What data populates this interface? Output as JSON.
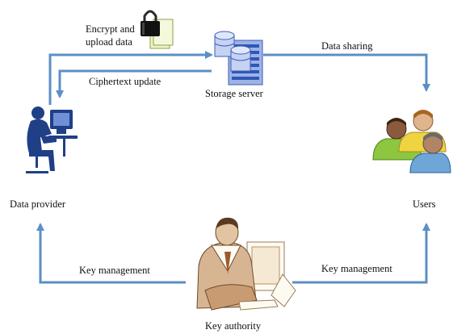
{
  "nodes": {
    "data_provider": "Data provider",
    "storage_server": "Storage server",
    "users": "Users",
    "key_authority": "Key authority"
  },
  "edges": {
    "encrypt_upload": "Encrypt and\nupload data",
    "ciphertext_update": "Ciphertext update",
    "data_sharing": "Data sharing",
    "key_mgmt_left": "Key management",
    "key_mgmt_right": "Key management"
  },
  "icons": {
    "lock": "padlock-document-icon",
    "server": "database-server-icon",
    "provider": "person-at-computer-icon",
    "users": "user-group-icon",
    "authority": "person-at-monitor-icon"
  },
  "colors": {
    "arrow": "#5b8fc7",
    "provider_silhouette": "#1f3f87",
    "server_blue": "#2f57b8"
  }
}
